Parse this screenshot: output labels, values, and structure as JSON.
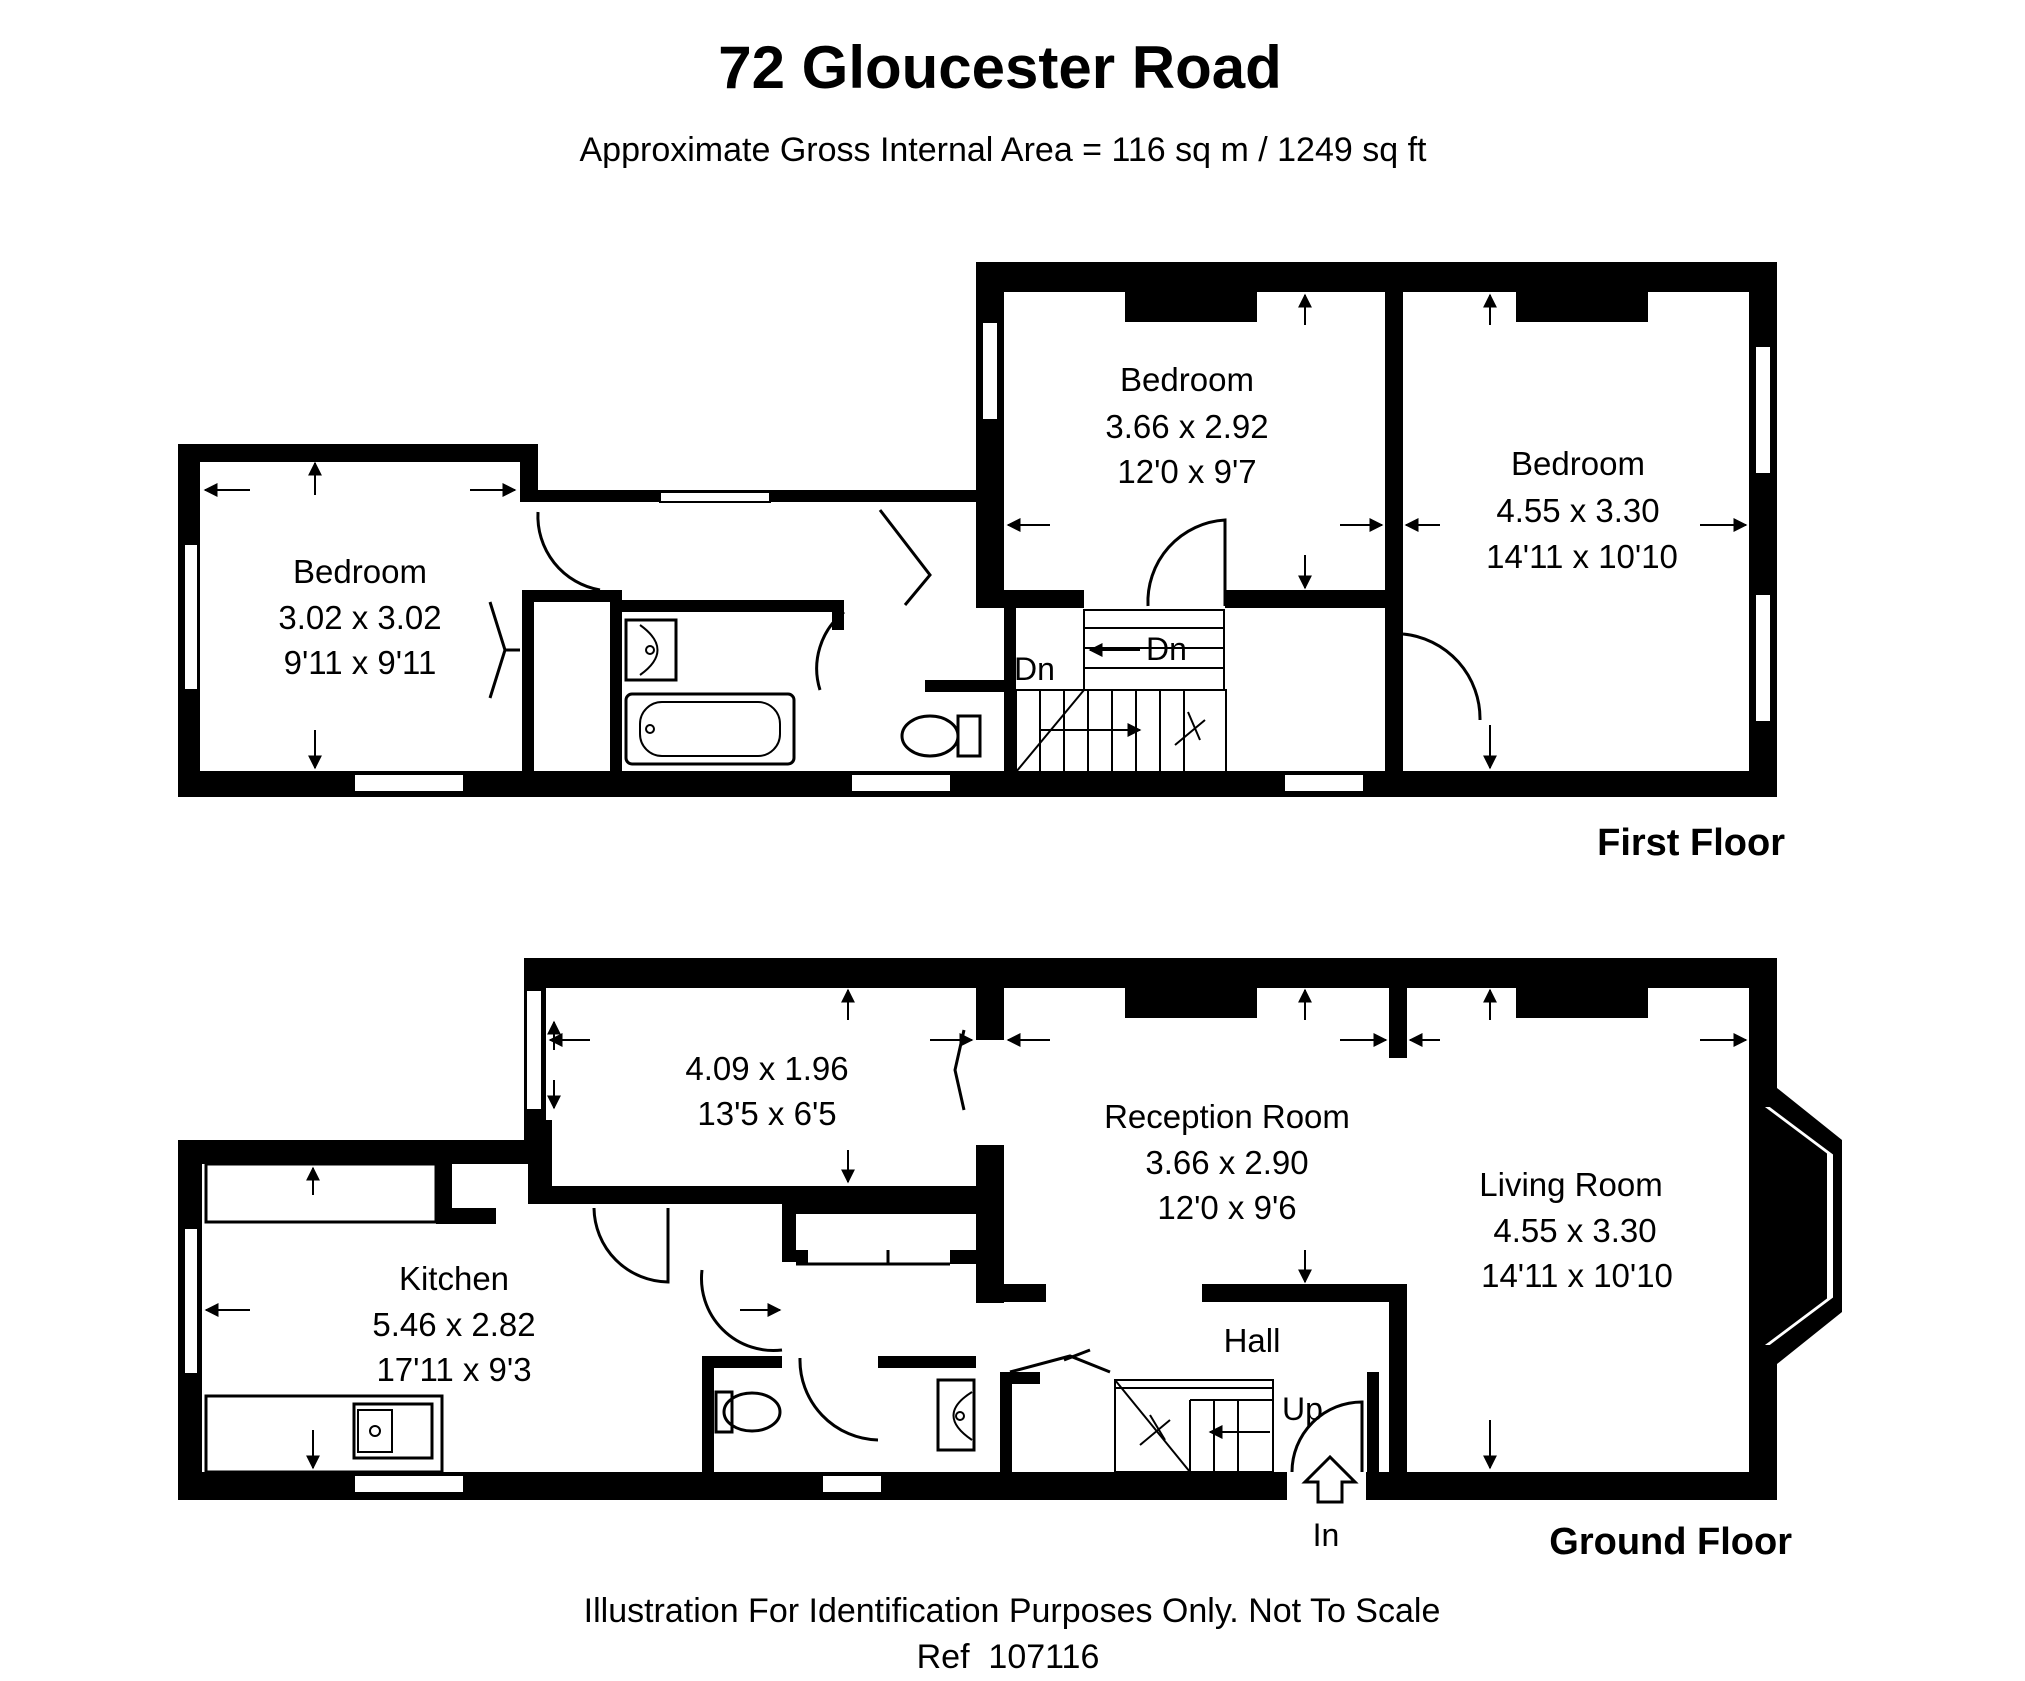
{
  "header": {
    "title": "72 Gloucester Road",
    "subtitle": "Approximate Gross Internal Area = 116 sq m / 1249 sq ft"
  },
  "floors": {
    "first": {
      "label": "First Floor",
      "rooms": {
        "bedroom_left": {
          "name": "Bedroom",
          "metric": "3.02 x 3.02",
          "imperial": "9'11 x 9'11"
        },
        "bedroom_middle": {
          "name": "Bedroom",
          "metric": "3.66 x 2.92",
          "imperial": "12'0 x 9'7"
        },
        "bedroom_right": {
          "name": "Bedroom",
          "metric": "4.55 x 3.30",
          "imperial": "14'11 x 10'10"
        }
      },
      "stair_labels": [
        "Dn",
        "Dn"
      ]
    },
    "ground": {
      "label": "Ground Floor",
      "rooms": {
        "annex": {
          "name": "",
          "metric": "4.09 x 1.96",
          "imperial": "13'5 x 6'5"
        },
        "kitchen": {
          "name": "Kitchen",
          "metric": "5.46 x 2.82",
          "imperial": "17'11 x 9'3"
        },
        "reception": {
          "name": "Reception Room",
          "metric": "3.66 x 2.90",
          "imperial": "12'0 x 9'6"
        },
        "living": {
          "name": "Living Room",
          "metric": "4.55 x 3.30",
          "imperial": "14'11 x 10'10"
        },
        "hall": {
          "name": "Hall"
        }
      },
      "stair_label": "Up",
      "entrance_label": "In"
    }
  },
  "footer": {
    "disclaimer": "Illustration For Identification Purposes Only. Not To Scale",
    "reference": "Ref  107116"
  }
}
